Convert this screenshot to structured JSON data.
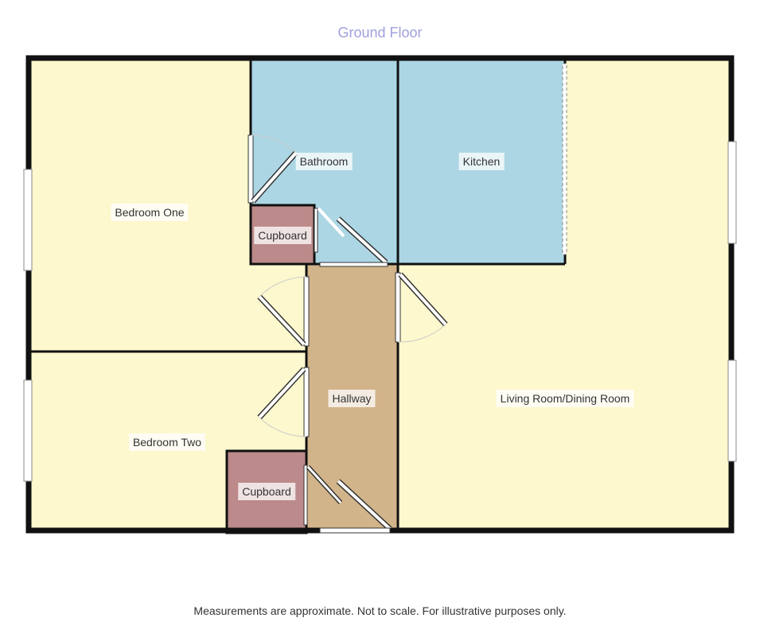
{
  "title": "Ground Floor",
  "footer": "Measurements are approximate. Not to scale. For illustrative purposes only.",
  "rooms": {
    "bedroom_one": "Bedroom One",
    "bedroom_two": "Bedroom Two",
    "bathroom": "Bathroom",
    "kitchen": "Kitchen",
    "cupboard_1": "Cupboard",
    "cupboard_2": "Cupboard",
    "hallway": "Hallway",
    "living": "Living Room/Dining Room"
  },
  "colors": {
    "living": "#fdf8cd",
    "wet": "#acd6e4",
    "hall": "#d2b48a",
    "cupboard": "#bc8a8a",
    "title": "#a0a0e0"
  }
}
